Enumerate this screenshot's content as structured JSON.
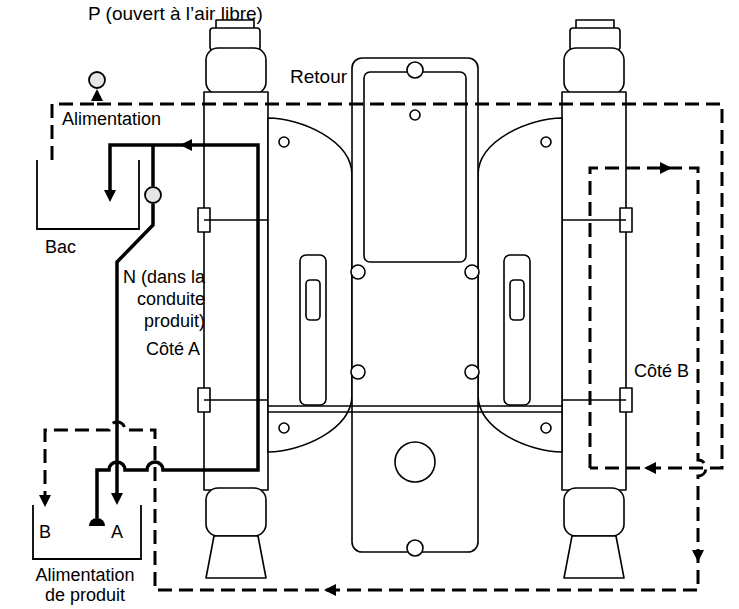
{
  "diagram": {
    "nodes": [
      {
        "text": [
          "P (ouvert à l’air libre)"
        ]
      },
      {
        "text": [
          "Bac"
        ]
      },
      {
        "text": [
          "N (dans la conduite produit)"
        ]
      },
      {
        "text": [
          "B",
          "A",
          "Alimentation de produit"
        ]
      }
    ],
    "edges": [
      {
        "from": 1,
        "to": 0,
        "arrow": "to"
      },
      {
        "from": 2,
        "to": 3,
        "arrow": "to"
      }
    ],
    "labels": [
      "Retour",
      "Alimentation",
      "Côté A",
      "Côté B"
    ]
  }
}
